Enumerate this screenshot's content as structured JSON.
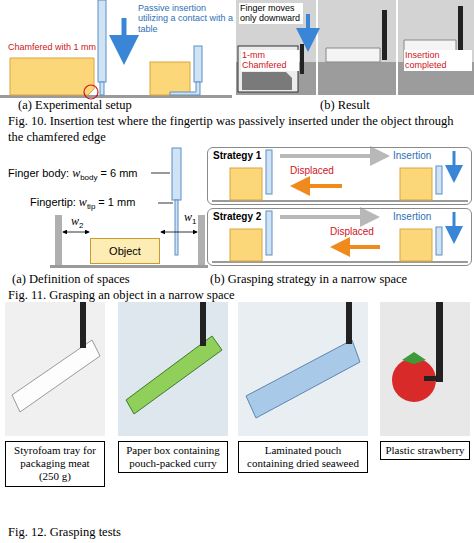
{
  "diagram": {
    "nodes": [
      {
        "text": [
          "Object"
        ]
      },
      {
        "text": [
          "Strategy 1",
          "Insertion",
          "Displaced"
        ]
      },
      {
        "text": [
          "Strategy 2",
          "Insertion",
          "Displaced"
        ]
      },
      {
        "text": [
          "Styrofoam tray for packaging meat (250 g)"
        ]
      },
      {
        "text": [
          "Paper box containing pouch-packed curry"
        ]
      },
      {
        "text": [
          "Laminated pouch containing dried seaweed"
        ]
      },
      {
        "text": [
          "Plastic strawberry"
        ]
      }
    ],
    "labels": [
      "Passive insertion utilizing a contact with a table",
      "Chamfered with 1 mm",
      "Finger moves only downward",
      "1-mm Chamfered",
      "Insertion completed",
      "(a) Experimental setup",
      "(b) Result",
      "Fig. 10. Insertion test where the fingertip was passively inserted under the object through the chamfered edge",
      "Finger body:",
      "w",
      "body",
      "= 6 mm",
      "Fingertip:",
      "w",
      "tip",
      "= 1 mm",
      "w",
      "2",
      "w",
      "1",
      "(a) Definition of spaces",
      "(b) Grasping strategy in a narrow space",
      "Fig. 11. Grasping an object in a narrow space",
      "Fig. 12. Grasping tests"
    ]
  }
}
